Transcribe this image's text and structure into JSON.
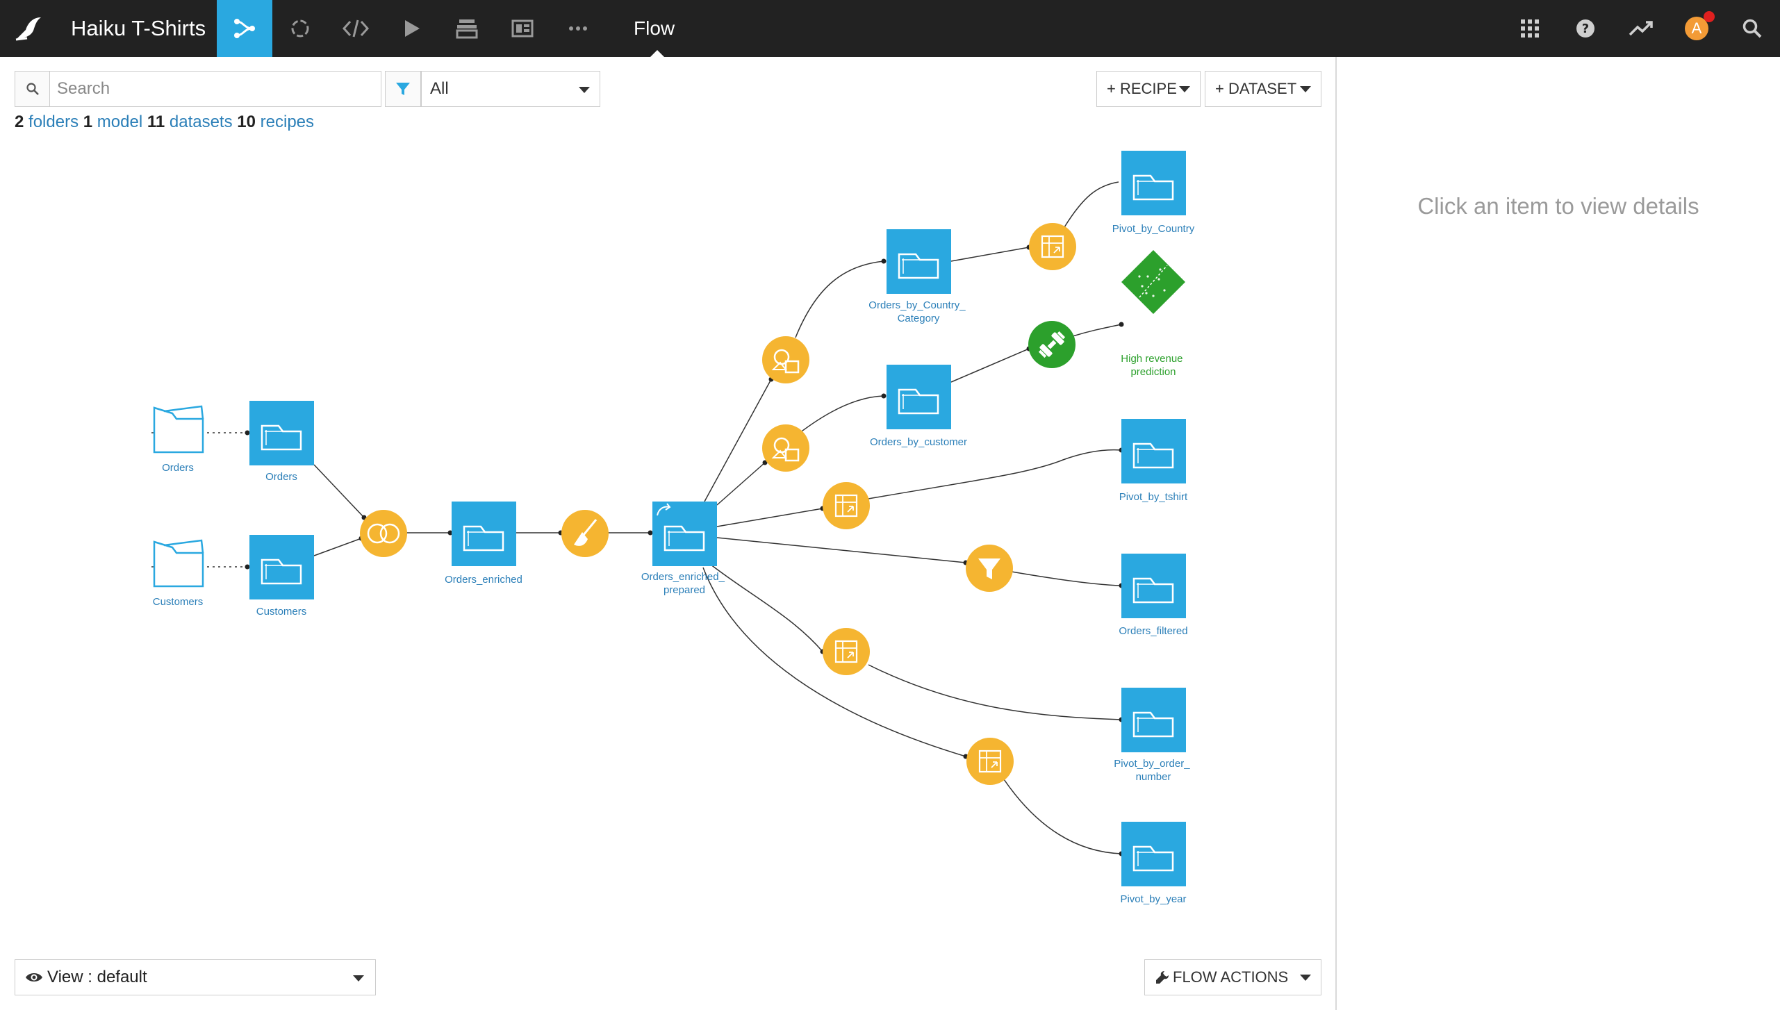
{
  "topbar": {
    "project_title": "Haiku T-Shirts",
    "current_view": "Flow",
    "nav_icons": [
      "flow-icon",
      "lab-icon",
      "code-icon",
      "run-icon",
      "jobs-icon",
      "dashboard-icon",
      "more-icon"
    ],
    "right_icons": [
      "apps-grid-icon",
      "help-icon",
      "activity-icon",
      "avatar",
      "search-icon"
    ],
    "avatar_initial": "A",
    "accent_color": "#2aa8e0"
  },
  "toolbar": {
    "search_placeholder": "Search",
    "filter_value": "All",
    "recipe_button": "+ RECIPE",
    "dataset_button": "+ DATASET"
  },
  "counts": {
    "folders_n": "2",
    "folders_label": "folders",
    "model_n": "1",
    "model_label": "model",
    "datasets_n": "11",
    "datasets_label": "datasets",
    "recipes_n": "10",
    "recipes_label": "recipes"
  },
  "flow": {
    "colors": {
      "dataset": "#2aa8e0",
      "recipe": "#f5b531",
      "model": "#2ca02c"
    },
    "datasets": {
      "orders_input": [
        "Orders"
      ],
      "customers_input": [
        "Customers"
      ],
      "orders": [
        "Orders"
      ],
      "customers": [
        "Customers"
      ],
      "orders_enriched": [
        "Orders_enriched"
      ],
      "orders_enriched_prepared": [
        "Orders_enriched_",
        "prepared"
      ],
      "orders_by_country_category": [
        "Orders_by_Country_",
        "Category"
      ],
      "orders_by_customer": [
        "Orders_by_customer"
      ],
      "pivot_by_country": [
        "Pivot_by_Country"
      ],
      "pivot_by_tshirt": [
        "Pivot_by_tshirt"
      ],
      "orders_filtered": [
        "Orders_filtered"
      ],
      "pivot_by_order_number": [
        "Pivot_by_order_",
        "number"
      ],
      "pivot_by_year": [
        "Pivot_by_year"
      ]
    },
    "model": {
      "label": [
        "High revenue",
        "prediction"
      ]
    }
  },
  "details": {
    "hint": "Click an item to view details"
  },
  "bottom": {
    "view_label": "View : default",
    "flow_actions": "FLOW ACTIONS"
  }
}
